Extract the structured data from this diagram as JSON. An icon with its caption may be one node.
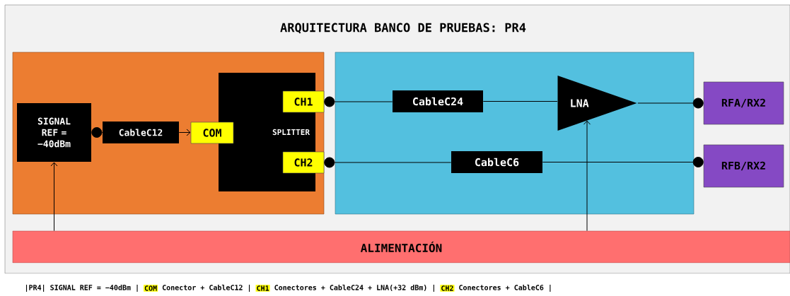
{
  "diagram": {
    "title": "ARQUITECTURA BANCO DE PRUEBAS: PR4",
    "nodes": [
      {
        "text": [],
        "shape": "box"
      },
      {
        "text": [
          "SIGNAL REF = −40dBm"
        ],
        "in": 0
      },
      {
        "text": [
          "CableC12"
        ],
        "in": 0
      },
      {
        "text": [
          "COM"
        ],
        "in": 0
      },
      {
        "text": [
          "SPLITTER"
        ],
        "in": 0
      },
      {
        "text": [
          "CH1"
        ],
        "in": 0
      },
      {
        "text": [
          "CH2"
        ],
        "in": 0
      },
      {
        "text": [],
        "shape": "box"
      },
      {
        "text": [
          "CableC24"
        ],
        "in": 7
      },
      {
        "text": [
          "LNA"
        ],
        "in": 7
      },
      {
        "text": [
          "CableC6"
        ],
        "in": 7
      },
      {
        "text": [
          "RFA/RX2"
        ]
      },
      {
        "text": [
          "RFB/RX2"
        ]
      },
      {
        "text": [
          "ALIMENTACIÓN"
        ]
      }
    ],
    "edges": [
      {
        "from": 1,
        "to": 2,
        "arrow": "other"
      },
      {
        "from": 2,
        "to": 3,
        "arrow": "to"
      },
      {
        "from": 5,
        "to": 8,
        "arrow": "other"
      },
      {
        "from": 8,
        "to": 9,
        "arrow": "none"
      },
      {
        "from": 9,
        "to": 11,
        "arrow": "other"
      },
      {
        "from": 6,
        "to": 10,
        "arrow": "other"
      },
      {
        "from": 10,
        "to": 12,
        "arrow": "other"
      },
      {
        "from": 13,
        "to": 1,
        "arrow": "to"
      },
      {
        "from": 13,
        "to": 9,
        "arrow": "to"
      }
    ],
    "labels": [
      "|PR4| SIGNAL REF = −40dBm |",
      "COM",
      "Conector + CableC12 |",
      "CH1",
      "Conectores + CableC24 + LNA(+32 dBm) |",
      "CH2",
      "Conectores + CableC6 |"
    ]
  }
}
